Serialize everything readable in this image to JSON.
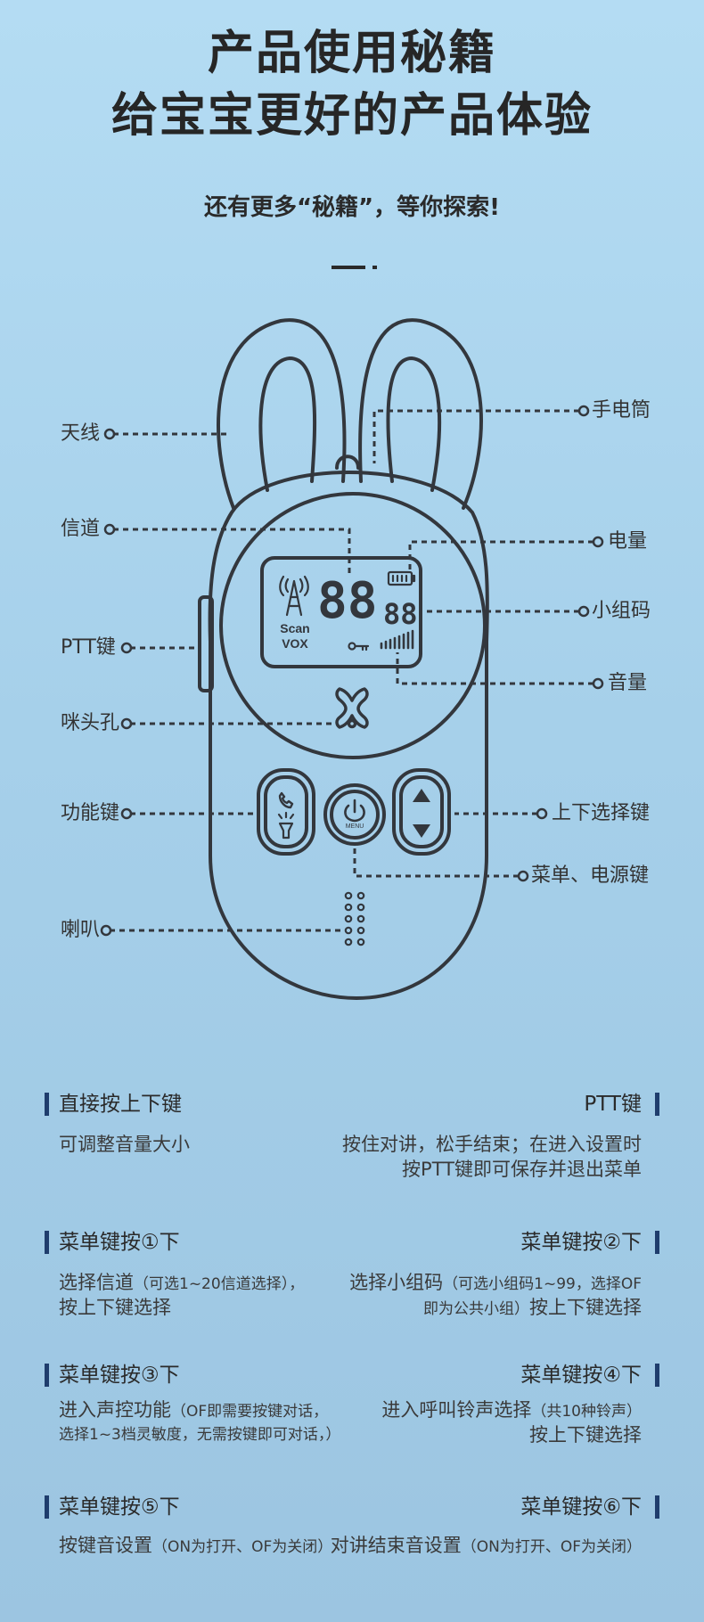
{
  "header": {
    "title_line1": "产品使用秘籍",
    "title_line2": "给宝宝更好的产品体验",
    "subtitle": "还有更多“秘籍”，等你探索!"
  },
  "lcd": {
    "big_digits": "88",
    "small_digits": "88",
    "scan": "Scan",
    "vox": "VOX",
    "menu": "MENU"
  },
  "labels": {
    "antenna": "天线",
    "channel": "信道",
    "ptt_key": "PTT键",
    "mic_hole": "咪头孔",
    "function_key": "功能键",
    "speaker": "喇叭",
    "flashlight": "手电筒",
    "battery": "电量",
    "group_code": "小组码",
    "volume": "音量",
    "updown_key": "上下选择键",
    "menu_power_key": "菜单、电源键"
  },
  "sections": {
    "s1": {
      "title": "直接按上下键",
      "desc1": "可调整音量大小"
    },
    "s2": {
      "title": "PTT键",
      "desc1": "按住对讲，松手结束；在进入设置时",
      "desc2": "按PTT键即可保存并退出菜单"
    },
    "s3": {
      "title": "菜单键按①下",
      "desc1a": "选择信道",
      "desc1b": "（可选1~20信道选择），",
      "desc2": "按上下键选择"
    },
    "s4": {
      "title": "菜单键按②下",
      "desc1a": "选择小组码",
      "desc1b": "（可选小组码1~99，选择OF",
      "desc2a": "即为公共小组）",
      "desc2b": "按上下键选择"
    },
    "s5": {
      "title": "菜单键按③下",
      "desc1a": "进入声控功能",
      "desc1b": "（OF即需要按键对话，",
      "desc2": "选择1~3档灵敏度，无需按键即可对话，）"
    },
    "s6": {
      "title": "菜单键按④下",
      "desc1a": "进入呼叫铃声选择",
      "desc1b": "（共10种铃声）",
      "desc2": "按上下键选择"
    },
    "s7": {
      "title": "菜单键按⑤下",
      "desc1a": "按键音设置",
      "desc1b": "（ON为打开、OF为关闭）"
    },
    "s8": {
      "title": "菜单键按⑥下",
      "desc1a": "对讲结束音设置",
      "desc1b": "（ON为打开、OF为关闭）"
    }
  },
  "colors": {
    "line": "#33373d",
    "accent_bar": "#1f3d6d"
  }
}
